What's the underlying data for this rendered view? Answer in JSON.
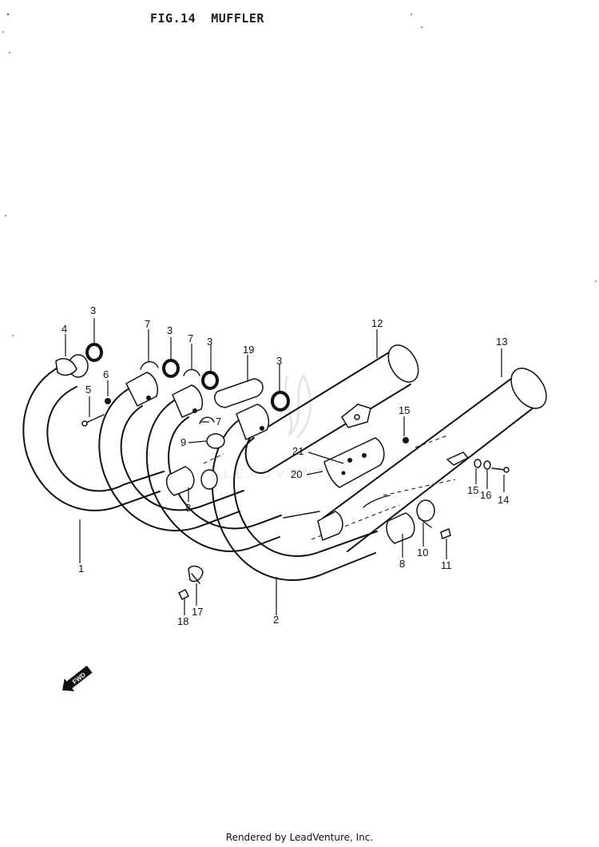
{
  "figure": {
    "title": "FIG.14  MUFFLER"
  },
  "callouts": [
    {
      "id": "c1",
      "text": "1"
    },
    {
      "id": "c2",
      "text": "2"
    },
    {
      "id": "c3a",
      "text": "3"
    },
    {
      "id": "c3b",
      "text": "3"
    },
    {
      "id": "c3c",
      "text": "3"
    },
    {
      "id": "c3d",
      "text": "3"
    },
    {
      "id": "c4",
      "text": "4"
    },
    {
      "id": "c5",
      "text": "5"
    },
    {
      "id": "c6",
      "text": "6"
    },
    {
      "id": "c7a",
      "text": "7"
    },
    {
      "id": "c7b",
      "text": "7"
    },
    {
      "id": "c7c",
      "text": "7"
    },
    {
      "id": "c8a",
      "text": "8"
    },
    {
      "id": "c8b",
      "text": "8"
    },
    {
      "id": "c9",
      "text": "9"
    },
    {
      "id": "c10",
      "text": "10"
    },
    {
      "id": "c11",
      "text": "11"
    },
    {
      "id": "c12",
      "text": "12"
    },
    {
      "id": "c13",
      "text": "13"
    },
    {
      "id": "c14",
      "text": "14"
    },
    {
      "id": "c15a",
      "text": "15"
    },
    {
      "id": "c15b",
      "text": "15"
    },
    {
      "id": "c16",
      "text": "16"
    },
    {
      "id": "c17",
      "text": "17"
    },
    {
      "id": "c18",
      "text": "18"
    },
    {
      "id": "c19",
      "text": "19"
    },
    {
      "id": "c20",
      "text": "20"
    },
    {
      "id": "c21",
      "text": "21"
    }
  ],
  "fwd_label": "FWD",
  "watermark": "LEADVENTURE",
  "footer": {
    "text": "Rendered by LeadVenture, Inc."
  }
}
